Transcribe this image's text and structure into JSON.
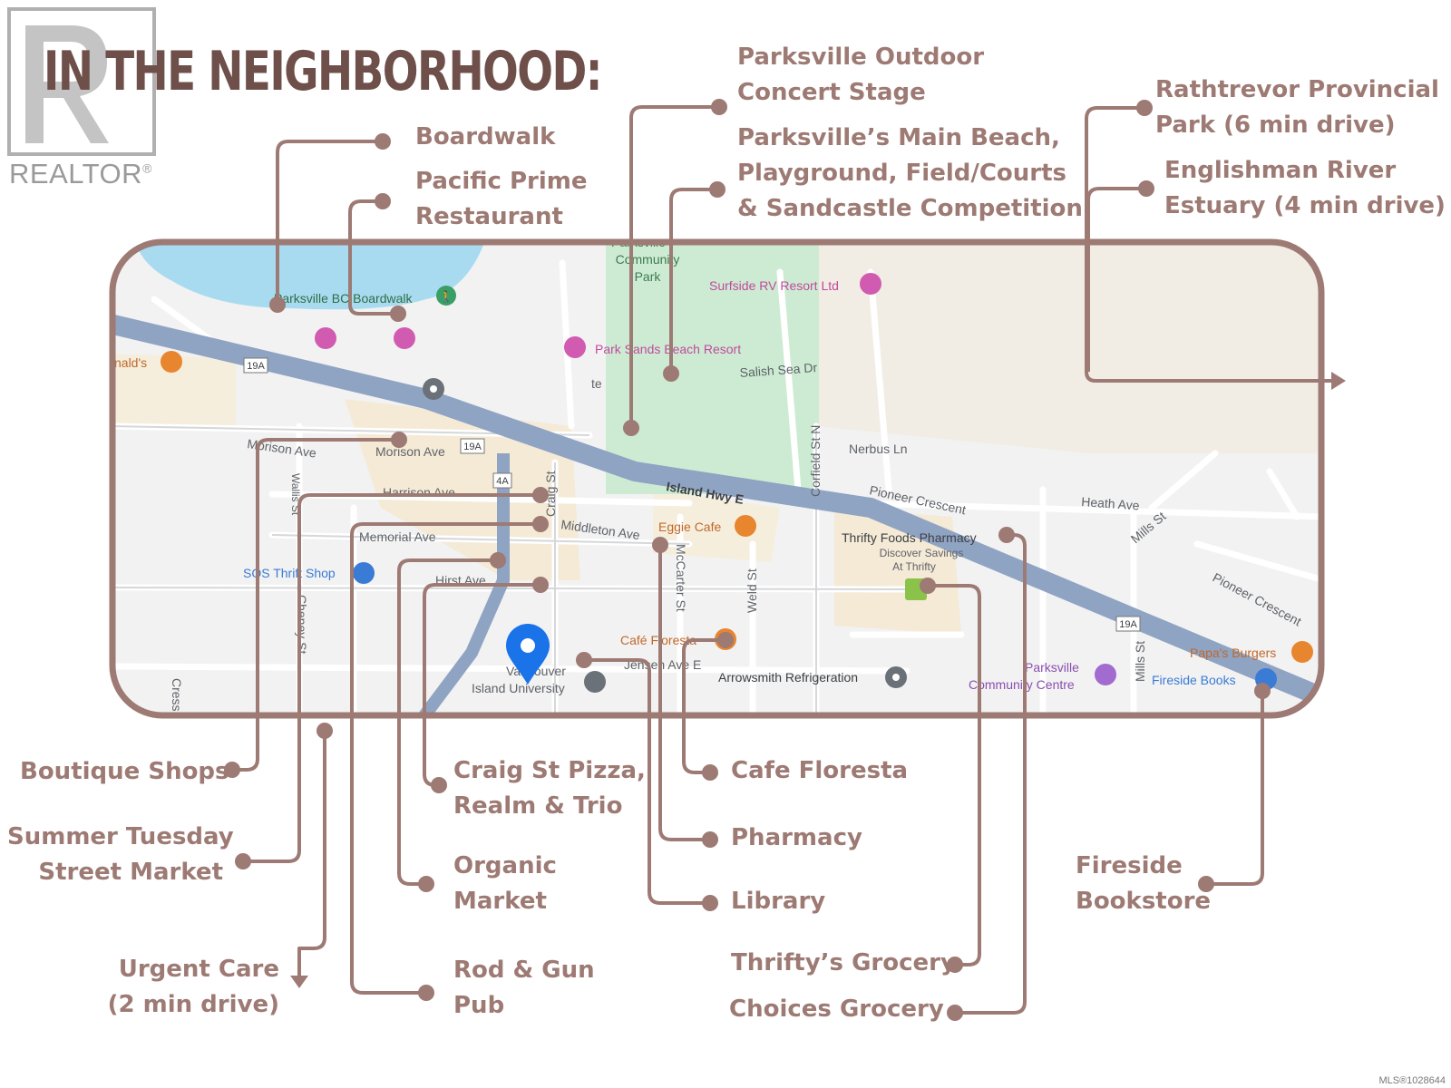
{
  "header": {
    "title": "IN THE NEIGHBORHOOD:",
    "brand": "REALTOR",
    "brand_mark": "®"
  },
  "colors": {
    "title": "#6e4f4a",
    "label": "#9d7a73",
    "leader": "#9d7a73",
    "frame": "#9d7a73",
    "water": "#a9dbf0",
    "park": "#cdebd3",
    "road_major": "#8fa3c3",
    "land": "#f2f2f2",
    "tan": "#f3ead8",
    "pin": "#1a73e8",
    "poi_pink": "#d15bb0",
    "poi_orange": "#e8852f",
    "poi_gray": "#6b7178"
  },
  "labels": {
    "boardwalk": "Boardwalk",
    "pacific_prime": [
      "Pacific Prime",
      "Restaurant"
    ],
    "concert_stage": [
      "Parksville Outdoor",
      "Concert Stage"
    ],
    "main_beach": [
      "Parksville’s Main Beach,",
      "Playground, Field/Courts",
      "& Sandcastle Competition"
    ],
    "rathtrevor": [
      "Rathtrevor Provincial",
      "Park (6 min drive)"
    ],
    "englishman": [
      "Englishman River",
      "Estuary (4 min drive)"
    ],
    "boutique_shops": "Boutique Shops",
    "summer_market": [
      "Summer Tuesday",
      "Street Market"
    ],
    "urgent_care": [
      "Urgent Care",
      "(2 min drive)"
    ],
    "craig_pizza": [
      "Craig St Pizza,",
      "Realm & Trio"
    ],
    "organic_market": [
      "Organic",
      "Market"
    ],
    "rod_gun": [
      "Rod & Gun",
      "Pub"
    ],
    "cafe_floresta": "Cafe Floresta",
    "pharmacy": "Pharmacy",
    "library": "Library",
    "thrifty_grocery": "Thrifty’s Grocery",
    "choices_grocery": "Choices Grocery",
    "fireside": [
      "Fireside",
      "Bookstore"
    ]
  },
  "map": {
    "streets": [
      "Morison Ave",
      "Morison Ave",
      "Harrison Ave",
      "Memorial Ave",
      "Hirst Ave",
      "Middleton Ave",
      "Island Hwy E",
      "Salish Sea Dr",
      "Nerbus Ln",
      "Pioneer Crescent",
      "Heath Ave",
      "Mills St",
      "Pioneer Crescent",
      "Craig St",
      "McCarter St",
      "Weld St",
      "Corfield St N",
      "Mills St",
      "Wallis St",
      "Cheney St",
      "Jensen Ave E",
      "Cress St"
    ],
    "route_shields": [
      "19A",
      "19A",
      "4A",
      "19A"
    ],
    "places": {
      "community_park": [
        "Parksville",
        "Community",
        "Park"
      ],
      "boardwalk": "Parksville BC Boardwalk",
      "surfside": "Surfside RV Resort Ltd",
      "park_sands": "Park Sands Beach Resort",
      "mcdonalds": "nald's",
      "sos": "SOS Thrift Shop",
      "eggie": "Eggie Cafe",
      "thrifty": "Thrifty Foods Pharmacy",
      "discover": [
        "Discover Savings",
        "At Thrifty"
      ],
      "floresta": "Café Floresta",
      "viu": [
        "Vancouver",
        "Island University"
      ],
      "arrowsmith": "Arrowsmith Refrigeration",
      "pcc": [
        "Parksville",
        "Community Centre"
      ],
      "papas": "Papa's Burgers",
      "fireside_books": "Fireside Books",
      "te": "te"
    }
  },
  "footer": {
    "mls": "MLS®1028644"
  }
}
